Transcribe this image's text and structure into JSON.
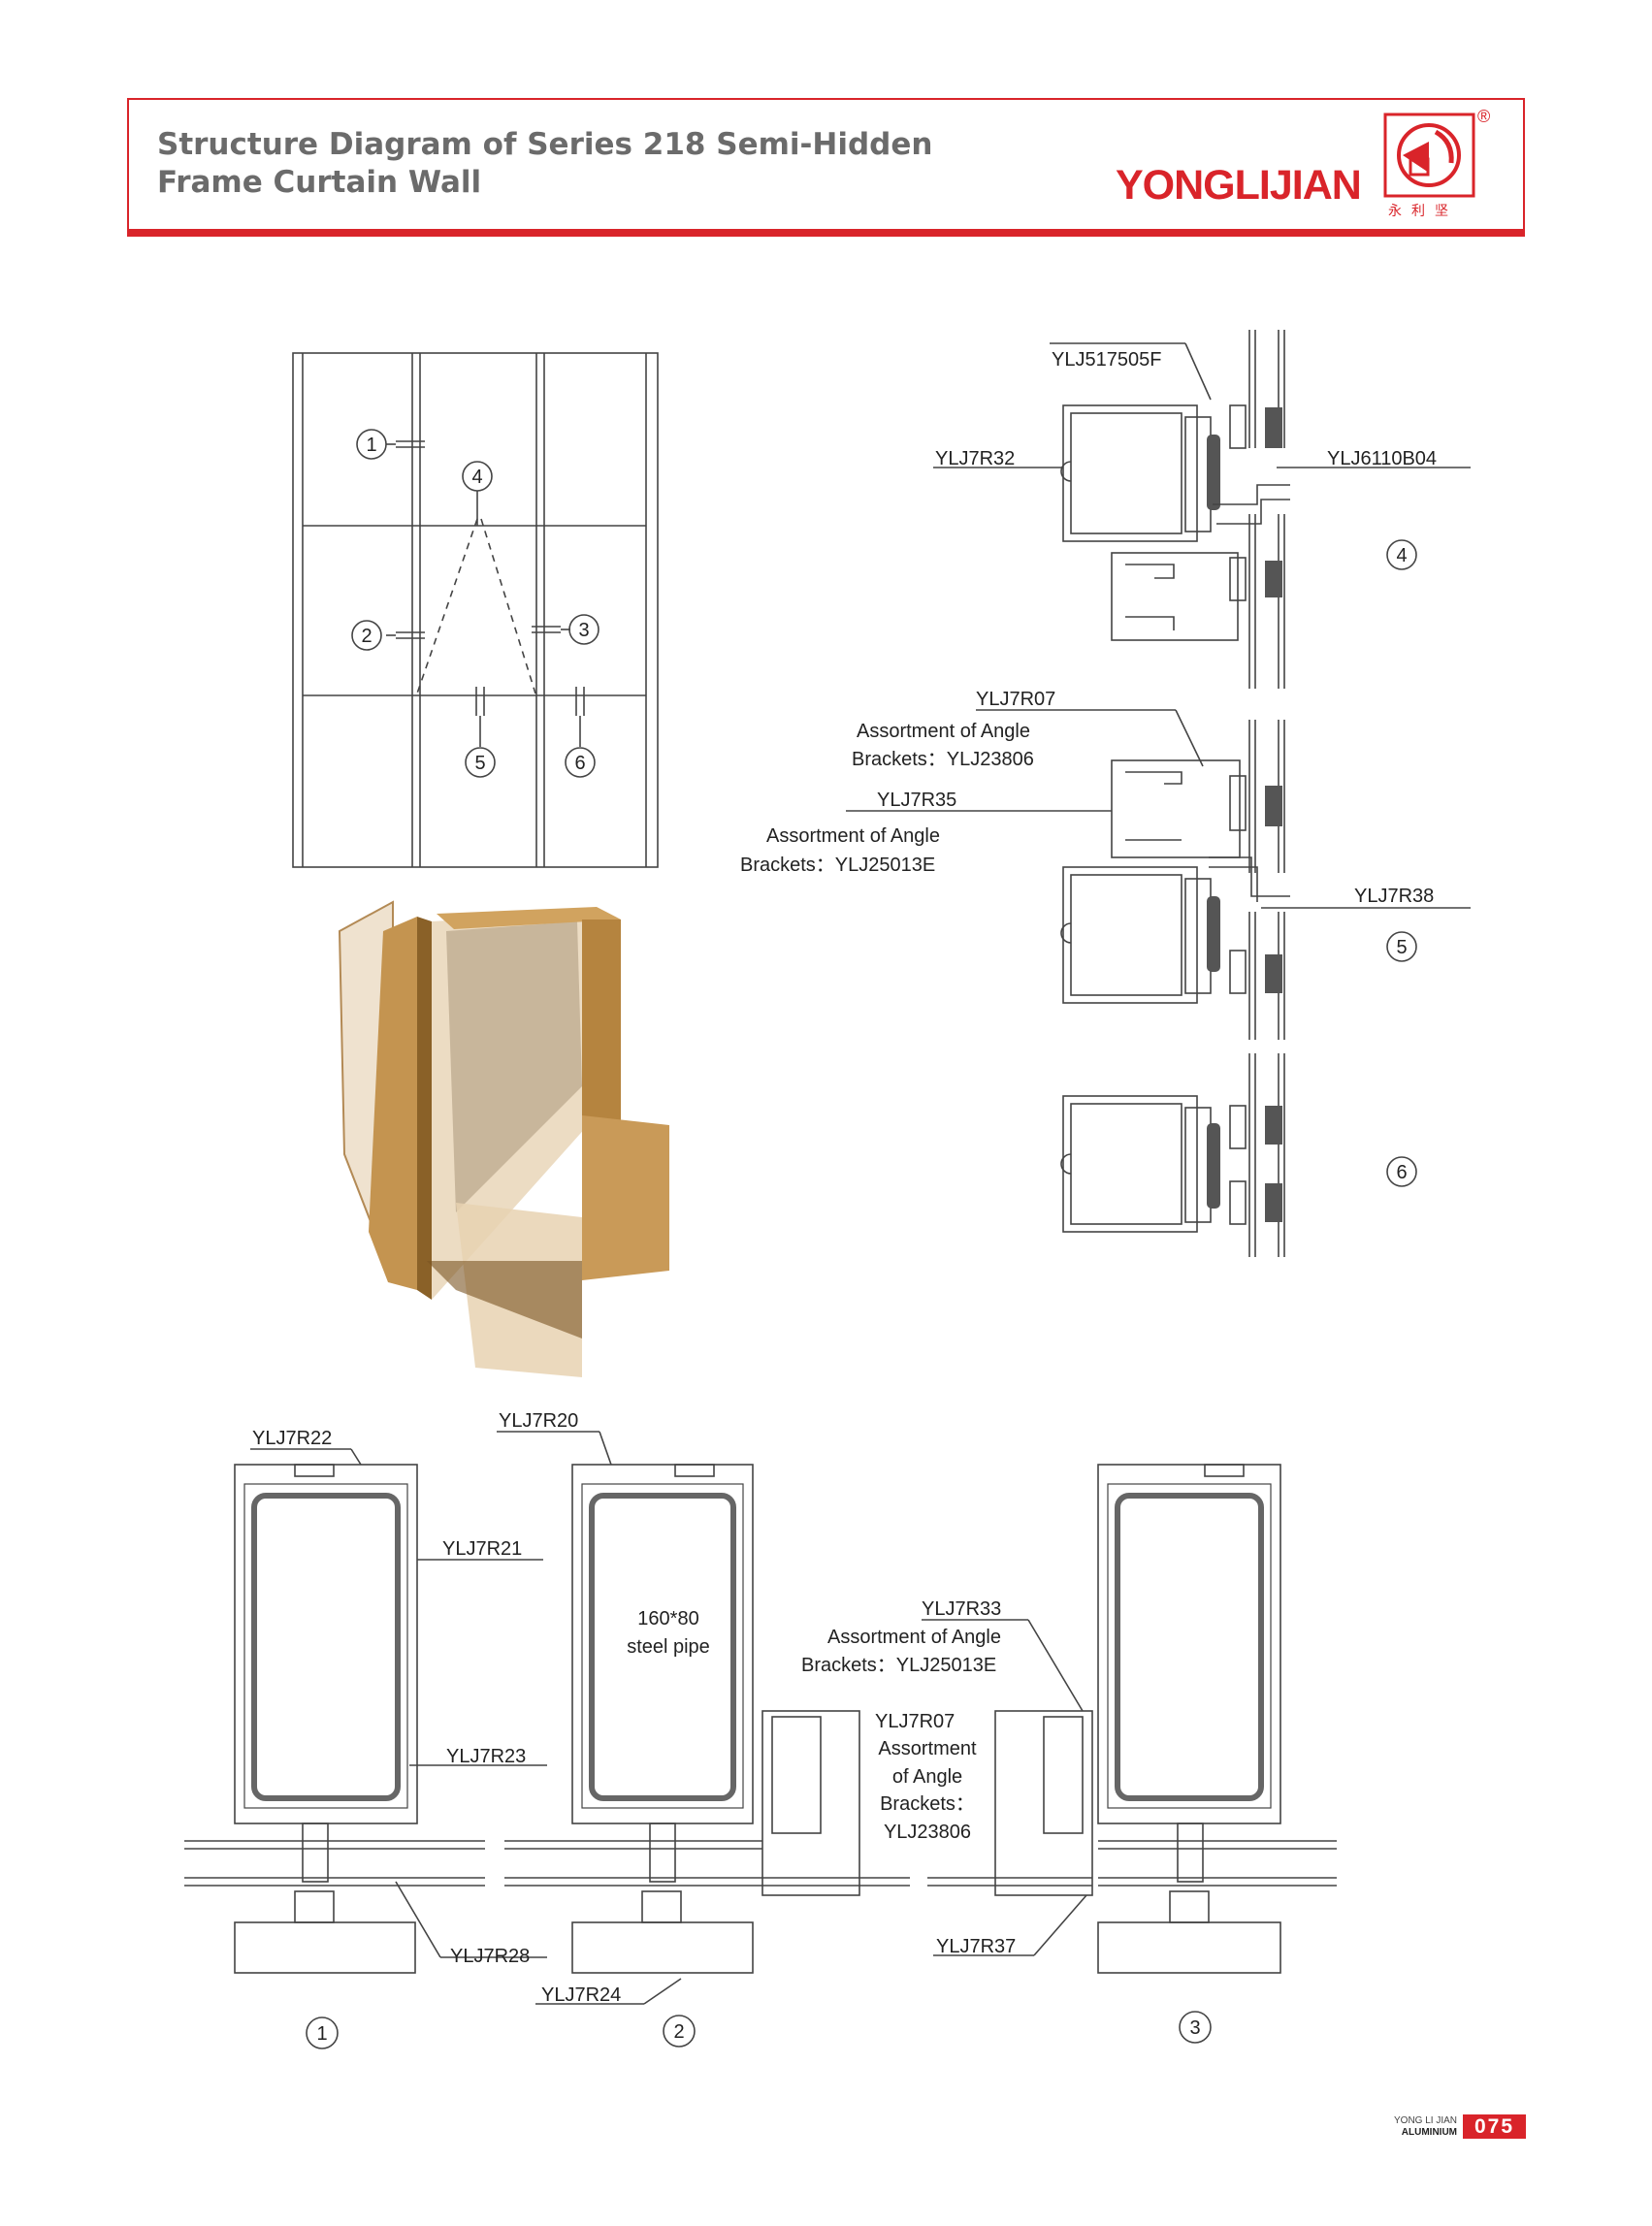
{
  "header": {
    "title": "Structure Diagram of Series 218 Semi-Hidden\nFrame Curtain Wall",
    "brand": "YONGLIJIAN",
    "brand_cn": "永利坚",
    "registered": "®"
  },
  "elevation": {
    "markers": [
      "1",
      "2",
      "3",
      "4",
      "5",
      "6"
    ]
  },
  "section_4": {
    "labels": [
      "YLJ517505F",
      "YLJ7R32",
      "YLJ6110B04"
    ],
    "number": "4"
  },
  "section_5": {
    "label_r07": "YLJ7R07",
    "brackets_1_line1": "Assortment of Angle",
    "brackets_1_line2": "Brackets：YLJ23806",
    "label_r35": "YLJ7R35",
    "brackets_2_line1": "Assortment of Angle",
    "brackets_2_line2": "Brackets：YLJ25013E",
    "label_r38": "YLJ7R38",
    "number": "5"
  },
  "section_6": {
    "number": "6"
  },
  "plan": {
    "label_r22": "YLJ7R22",
    "label_r20": "YLJ7R20",
    "label_r21": "YLJ7R21",
    "pipe_line1": "160*80",
    "pipe_line2": "steel pipe",
    "label_r33": "YLJ7R33",
    "r33_line1": "Assortment of Angle",
    "r33_line2": "Brackets：YLJ25013E",
    "label_r07": "YLJ7R07",
    "r07_line1": "Assortment",
    "r07_line2": "of Angle",
    "r07_line3": "Brackets：",
    "r07_line4": "YLJ23806",
    "label_r23": "YLJ7R23",
    "label_r28": "YLJ7R28",
    "label_r24": "YLJ7R24",
    "label_r37": "YLJ7R37",
    "numbers": [
      "1",
      "2",
      "3"
    ]
  },
  "footer": {
    "brand_line1": "YONG LI JIAN",
    "brand_line2": "ALUMINIUM",
    "page": "075"
  },
  "colors": {
    "accent": "#d9242a",
    "gold": "#b8893f",
    "line": "#444444"
  }
}
